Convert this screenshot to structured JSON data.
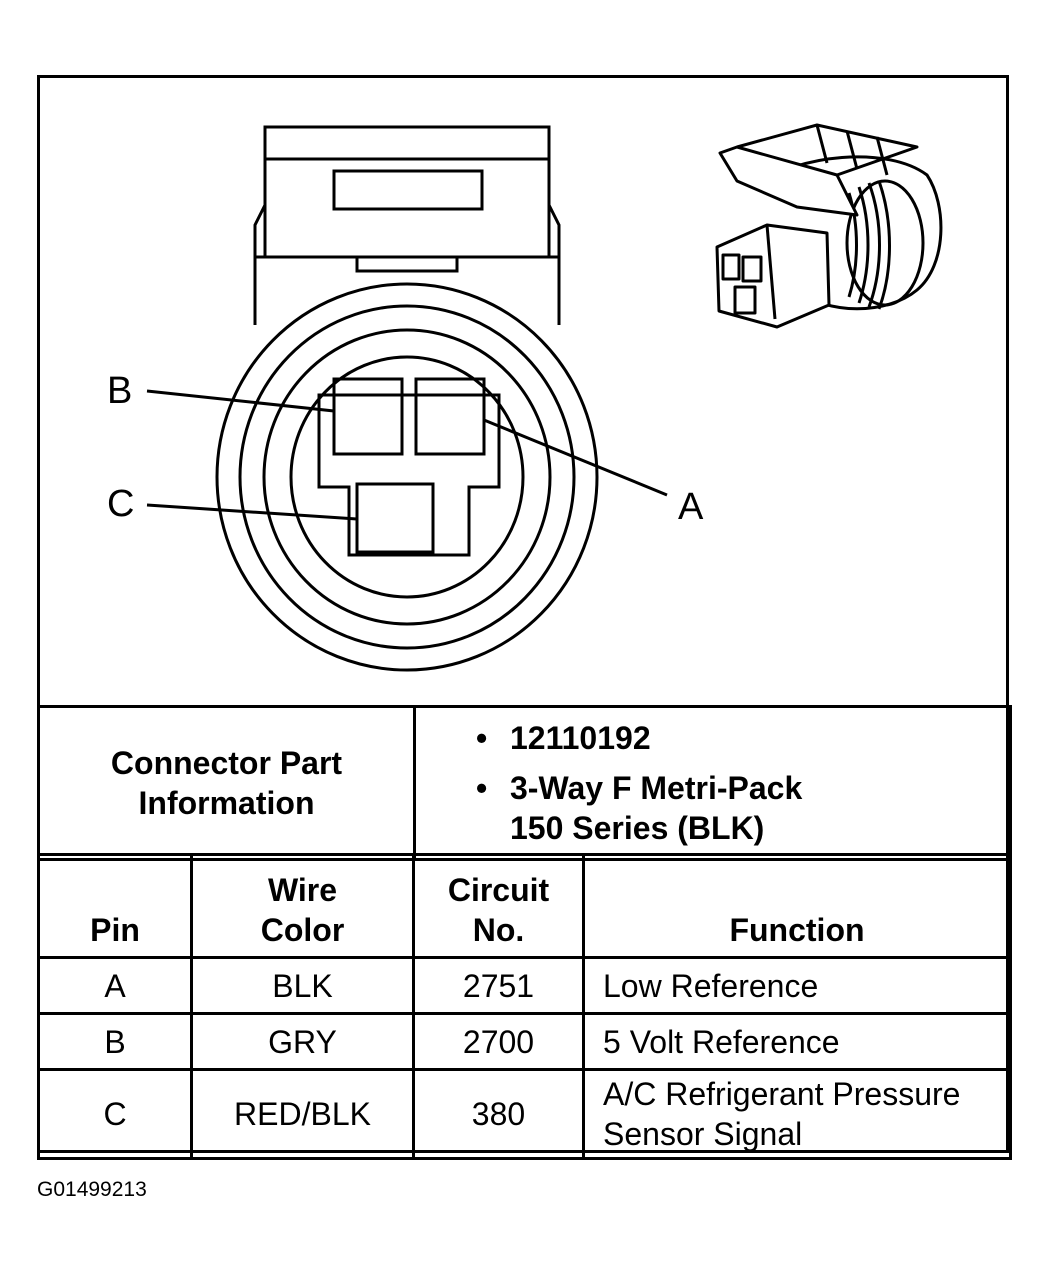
{
  "diagram": {
    "pin_callouts": [
      "B",
      "C",
      "A"
    ]
  },
  "connector_info": {
    "label": "Connector Part Information",
    "part_number": "12110192",
    "description_line1": "3-Way F Metri-Pack",
    "description_line2": "150 Series (BLK)",
    "bullet": "•"
  },
  "pin_table": {
    "headers": {
      "pin": "Pin",
      "wire_color": "Wire Color",
      "circuit": "Circuit No.",
      "function": "Function"
    },
    "rows": [
      {
        "pin": "A",
        "wire_color": "BLK",
        "circuit": "2751",
        "function": "Low Reference"
      },
      {
        "pin": "B",
        "wire_color": "GRY",
        "circuit": "2700",
        "function": "5 Volt Reference"
      },
      {
        "pin": "C",
        "wire_color": "RED/BLK",
        "circuit": "380",
        "function": "A/C Refrigerant Pressure Sensor Signal"
      }
    ]
  },
  "figure_id": "G01499213"
}
